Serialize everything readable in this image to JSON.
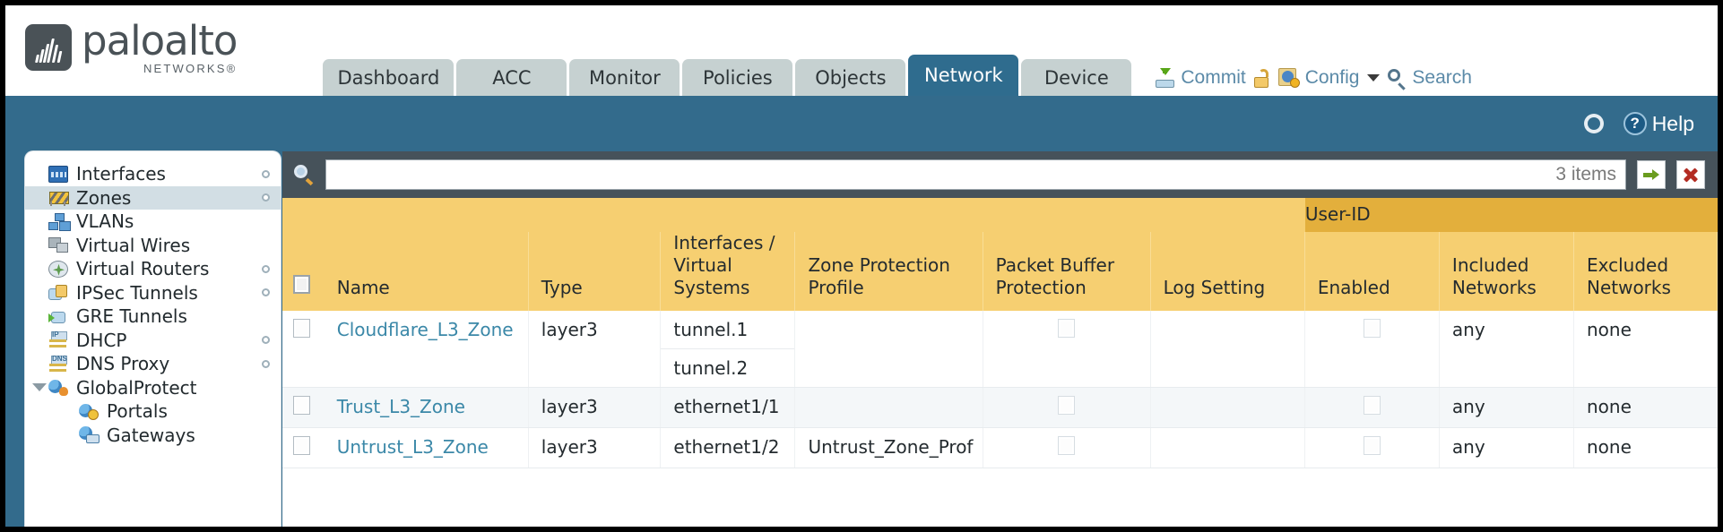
{
  "brand": {
    "name": "paloalto",
    "sub": "NETWORKS®",
    "logo_icon": "paloalto-waveform-logo"
  },
  "nav": {
    "tabs": [
      {
        "label": "Dashboard",
        "active": false
      },
      {
        "label": "ACC",
        "active": false
      },
      {
        "label": "Monitor",
        "active": false
      },
      {
        "label": "Policies",
        "active": false
      },
      {
        "label": "Objects",
        "active": false
      },
      {
        "label": "Network",
        "active": true
      },
      {
        "label": "Device",
        "active": false
      }
    ]
  },
  "utils": {
    "commit": "Commit",
    "commit_icon": "commit-icon",
    "lock_icon": "unlocked-padlock-icon",
    "config": "Config",
    "config_icon": "config-wrench-icon",
    "config_caret_icon": "chevron-down-icon",
    "search": "Search",
    "search_icon": "search-icon"
  },
  "blueband": {
    "refresh_icon": "refresh-icon",
    "help": "Help",
    "help_icon": "help-question-icon"
  },
  "sidebar": {
    "items": [
      {
        "label": "Interfaces",
        "icon": "interfaces-icon",
        "selected": false,
        "dot": true,
        "child": false,
        "expander": false
      },
      {
        "label": "Zones",
        "icon": "zones-icon",
        "selected": true,
        "dot": true,
        "child": false,
        "expander": false
      },
      {
        "label": "VLANs",
        "icon": "vlans-icon",
        "selected": false,
        "dot": false,
        "child": false,
        "expander": false
      },
      {
        "label": "Virtual Wires",
        "icon": "virtual-wires-icon",
        "selected": false,
        "dot": false,
        "child": false,
        "expander": false
      },
      {
        "label": "Virtual Routers",
        "icon": "virtual-routers-icon",
        "selected": false,
        "dot": true,
        "child": false,
        "expander": false
      },
      {
        "label": "IPSec Tunnels",
        "icon": "ipsec-tunnels-icon",
        "selected": false,
        "dot": true,
        "child": false,
        "expander": false
      },
      {
        "label": "GRE Tunnels",
        "icon": "gre-tunnels-icon",
        "selected": false,
        "dot": false,
        "child": false,
        "expander": false
      },
      {
        "label": "DHCP",
        "icon": "dhcp-icon",
        "selected": false,
        "dot": true,
        "child": false,
        "expander": false
      },
      {
        "label": "DNS Proxy",
        "icon": "dns-proxy-icon",
        "selected": false,
        "dot": true,
        "child": false,
        "expander": false
      },
      {
        "label": "GlobalProtect",
        "icon": "globalprotect-icon",
        "selected": false,
        "dot": false,
        "child": false,
        "expander": true
      },
      {
        "label": "Portals",
        "icon": "portals-icon",
        "selected": false,
        "dot": false,
        "child": true,
        "expander": false
      },
      {
        "label": "Gateways",
        "icon": "gateways-icon",
        "selected": false,
        "dot": false,
        "child": true,
        "expander": false
      }
    ]
  },
  "search": {
    "value": "",
    "placeholder": "",
    "items_count": "3 items",
    "magnifier_icon": "search-icon",
    "apply_icon": "apply-filter-arrow-icon",
    "clear_icon": "clear-filter-x-icon"
  },
  "table": {
    "group_header": "User-ID",
    "columns": [
      "Name",
      "Type",
      "Interfaces / Virtual Systems",
      "Zone Protection Profile",
      "Packet Buffer Protection",
      "Log Setting",
      "Enabled",
      "Included Networks",
      "Excluded Networks"
    ],
    "rows": [
      {
        "selected": false,
        "name": "Cloudflare_L3_Zone",
        "type": "layer3",
        "interfaces": [
          "tunnel.1",
          "tunnel.2"
        ],
        "zone_protection_profile": "",
        "packet_buffer_protection": false,
        "log_setting": "",
        "userid_enabled": false,
        "included_networks": "any",
        "excluded_networks": "none"
      },
      {
        "selected": false,
        "name": "Trust_L3_Zone",
        "type": "layer3",
        "interfaces": [
          "ethernet1/1"
        ],
        "zone_protection_profile": "",
        "packet_buffer_protection": false,
        "log_setting": "",
        "userid_enabled": false,
        "included_networks": "any",
        "excluded_networks": "none"
      },
      {
        "selected": false,
        "name": "Untrust_L3_Zone",
        "type": "layer3",
        "interfaces": [
          "ethernet1/2"
        ],
        "zone_protection_profile": "Untrust_Zone_Prof",
        "packet_buffer_protection": false,
        "log_setting": "",
        "userid_enabled": false,
        "included_networks": "any",
        "excluded_networks": "none"
      }
    ]
  },
  "colors": {
    "brand_blue": "#336b8c",
    "tab_active": "#2f6c8e",
    "tab_inactive": "#c6d1d1",
    "table_header": "#f6cf71",
    "group_header": "#e3af3c",
    "link": "#3b88a8",
    "search_bar": "#46525a"
  }
}
